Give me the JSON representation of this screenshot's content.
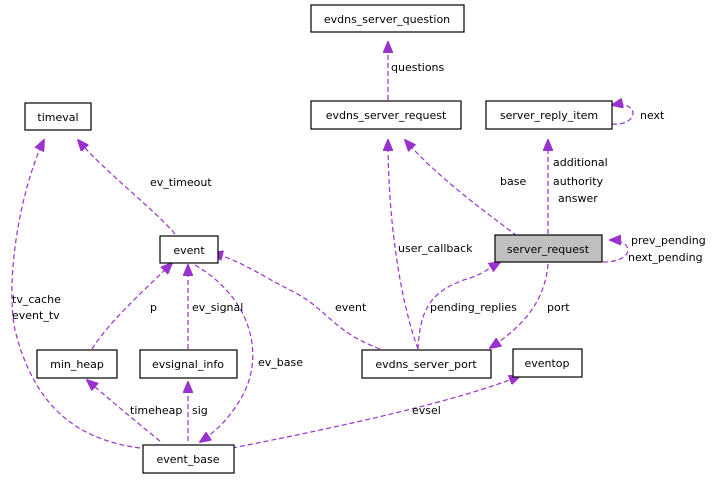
{
  "nodes": {
    "evdns_server_question": "evdns_server_question",
    "evdns_server_request": "evdns_server_request",
    "server_reply_item": "server_reply_item",
    "timeval": "timeval",
    "event": "event",
    "server_request": "server_request",
    "min_heap": "min_heap",
    "evsignal_info": "evsignal_info",
    "evdns_server_port": "evdns_server_port",
    "eventop": "eventop",
    "event_base": "event_base"
  },
  "highlighted_node": "server_request",
  "edge_labels": {
    "questions": "questions",
    "next": "next",
    "ev_timeout": "ev_timeout",
    "base": "base",
    "additional": "additional",
    "authority": "authority",
    "answer": "answer",
    "prev_pending": "prev_pending",
    "next_pending": "next_pending",
    "user_callback": "user_callback",
    "tv_cache": "tv_cache",
    "event_tv": "event_tv",
    "p": "p",
    "ev_signal": "ev_signal",
    "event": "event",
    "pending_replies": "pending_replies",
    "port": "port",
    "ev_base": "ev_base",
    "timeheap": "timeheap",
    "sig": "sig",
    "evsel": "evsel"
  },
  "colors": {
    "edge": "#9a32cd",
    "highlight_fill": "#bfbfbf",
    "node_fill": "#ffffff"
  }
}
